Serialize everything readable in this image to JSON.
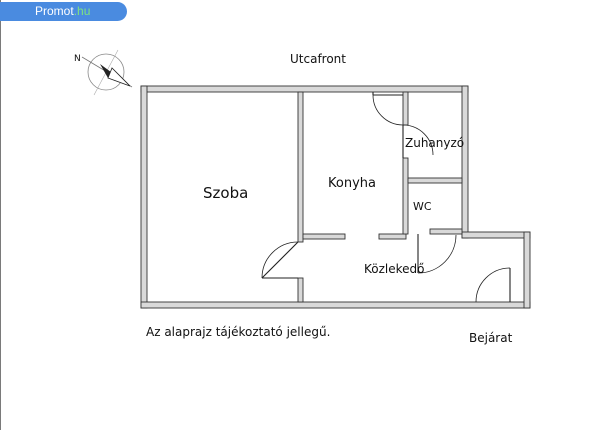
{
  "brand": {
    "name": "Promot",
    "tld": ".hu",
    "color": "#4a8be0",
    "tld_color": "#7fe37f"
  },
  "compass": {
    "north_letter": "N"
  },
  "street_label": "Utcafront",
  "rooms": {
    "szoba": "Szoba",
    "konyha": "Konyha",
    "zuhanyzo": "Zuhanyzó",
    "wc": "WC",
    "kozlekedo": "Közlekedő"
  },
  "entrance_label": "Bejárat",
  "disclaimer": "Az alaprajz tájékoztató jellegű.",
  "colors": {
    "wall_fill": "#d9d9d9",
    "wall_stroke": "#333333"
  }
}
